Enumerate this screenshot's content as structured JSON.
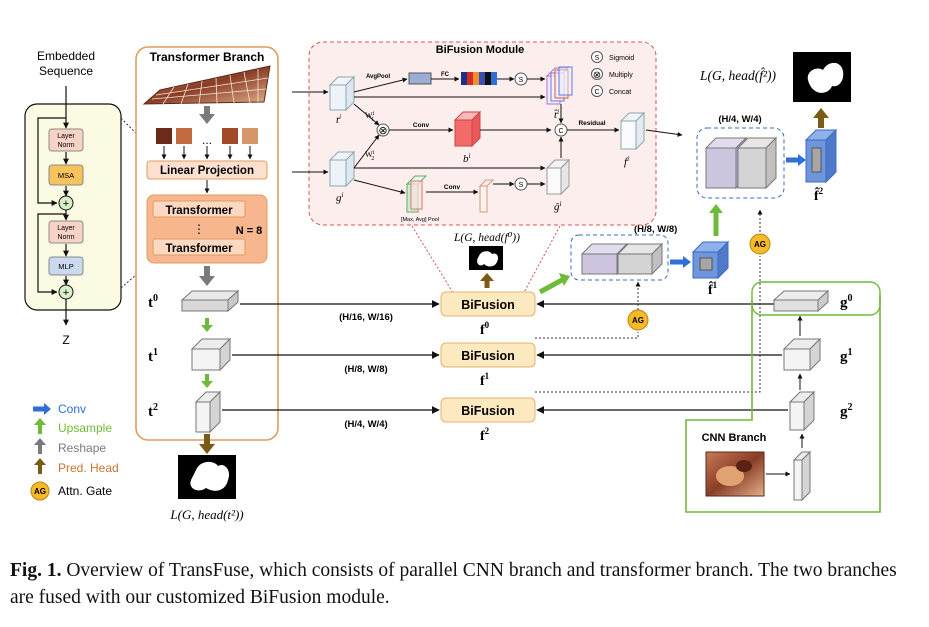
{
  "left": {
    "embedded_title": [
      "Embedded",
      "Sequence"
    ],
    "layer_norm": [
      "Layer",
      "Norm"
    ],
    "msa": "MSA",
    "mlp": "MLP",
    "z": "Z",
    "plus": "+"
  },
  "transformer_branch": {
    "title": "Transformer Branch",
    "dots": "...",
    "linear_projection": "Linear Projection",
    "transformer_top": "Transformer",
    "vdots": "⋮",
    "transformer_bottom": "Transformer",
    "n_label": "N = 8",
    "t0": "t",
    "t0_sup": "0",
    "t1": "t",
    "t1_sup": "1",
    "t2": "t",
    "t2_sup": "2",
    "loss_t2": "L(G, head(t²))"
  },
  "legend": {
    "conv": "Conv",
    "upsample": "Upsample",
    "reshape": "Reshape",
    "pred_head": "Pred. Head",
    "ag": "AG",
    "attn_gate": "Attn. Gate",
    "colors": {
      "conv": "#2f6fd6",
      "upsample": "#6fba3a",
      "reshape": "#7a7a7a",
      "pred_head": "#7a5a14",
      "ag": "#f5b92a"
    }
  },
  "bifusion_module": {
    "title": "BiFusion Module",
    "t_i": "t",
    "t_i_sup": "i",
    "g_i": "g",
    "g_i_sup": "i",
    "avgpool": "AvgPool",
    "fc": "FC",
    "s": "S",
    "w1": "W",
    "w1_sup": "i",
    "w1_sub": "1",
    "w2": "W",
    "w2_sup": "i",
    "w2_sub": "2",
    "multiply_sym": "⊗",
    "conv1": "Conv",
    "b_i": "b",
    "b_i_sup": "i",
    "concat_sym": "C",
    "residual": "Residual",
    "f_i": "f",
    "f_i_sup": "i",
    "t_hat": "t̂",
    "t_hat_sup": "i",
    "maxavg": "[Max, Avg] Pool",
    "conv2": "Conv",
    "g_hat": "ĝ",
    "g_hat_sup": "i",
    "legend_sigmoid": "Sigmoid",
    "legend_multiply": "Multiply",
    "legend_concat": "Concat"
  },
  "center": {
    "loss_f0": "L(G, head(f⁰))",
    "bifusion": "BiFusion",
    "f0": "f",
    "f0_sup": "0",
    "f1": "f",
    "f1_sup": "1",
    "f2": "f",
    "f2_sup": "2",
    "res0": "(H/16, W/16)",
    "res1": "(H/8, W/8)",
    "res2": "(H/4, W/4)",
    "ag": "AG"
  },
  "right": {
    "loss_f2": "L(G, head(f̂²))",
    "h4w4": "(H/4, W/4)",
    "h8w8": "(H/8, W/8)",
    "f1hat": "f̂",
    "f1hat_sup": "1",
    "f2hat": "f̂",
    "f2hat_sup": "2",
    "ag": "AG",
    "g0": "g",
    "g0_sup": "0",
    "g1": "g",
    "g1_sup": "1",
    "g2": "g",
    "g2_sup": "2",
    "cnn_title": "CNN Branch"
  },
  "caption": {
    "label": "Fig. 1.",
    "text": "Overview of TransFuse, which consists of parallel CNN branch and transformer branch. The two branches are fused with our customized BiFusion module."
  }
}
